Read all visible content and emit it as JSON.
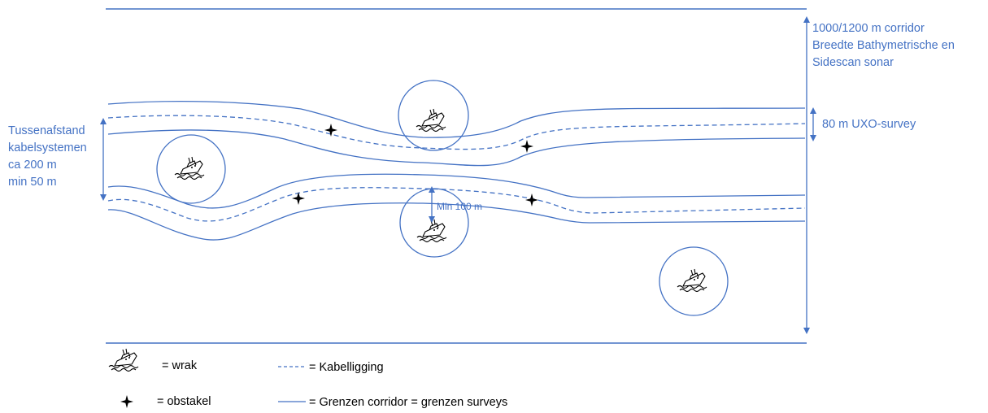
{
  "colors": {
    "line": "#4472C4",
    "text_blue": "#4472C4",
    "text_black": "#000000",
    "icon": "#000000"
  },
  "labels": {
    "corridor_width": [
      "1000/1200 m corridor",
      "Breedte Bathymetrische en",
      "Sidescan sonar"
    ],
    "uxo_survey": "80 m UXO-survey",
    "spacing": [
      "Tussenafstand",
      "kabelsystemen",
      "ca 200 m",
      "min 50 m"
    ],
    "min_distance": "Min 100 m"
  },
  "legend": {
    "wreck": {
      "icon": "shipwreck-icon",
      "text": "= wrak"
    },
    "obstacle": {
      "icon": "four-point-star-icon",
      "text": "= obstakel"
    },
    "cable": {
      "symbol": "dashed-line",
      "text": "= Kabelligging"
    },
    "corridor": {
      "symbol": "solid-line",
      "text": "= Grenzen corridor = grenzen surveys"
    }
  }
}
